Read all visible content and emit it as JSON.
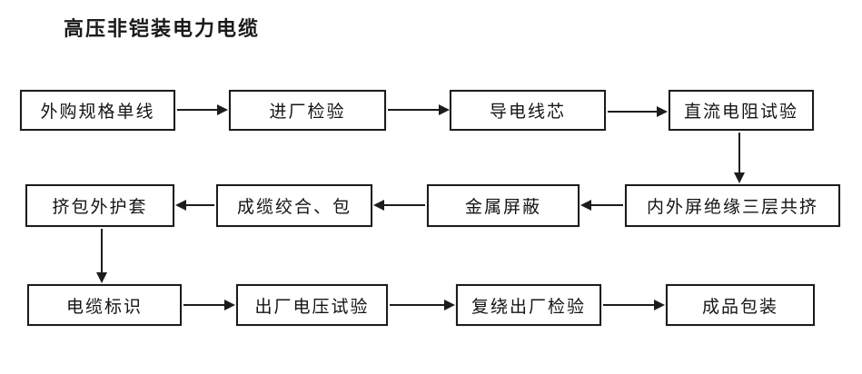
{
  "title": "高压非铠装电力电缆",
  "flowchart": {
    "steps": {
      "row1": [
        "外购规格单线",
        "进厂检验",
        "导电线芯",
        "直流电阻试验"
      ],
      "row2": [
        "内外屏绝缘三层共挤",
        "金属屏蔽",
        "成缆绞合、包",
        "挤包外护套"
      ],
      "row3": [
        "电缆标识",
        "出厂电压试验",
        "复绕出厂检验",
        "成品包装"
      ]
    },
    "flow_order": [
      "外购规格单线",
      "进厂检验",
      "导电线芯",
      "直流电阻试验",
      "内外屏绝缘三层共挤",
      "金属屏蔽",
      "成缆绞合、包",
      "挤包外护套",
      "电缆标识",
      "出厂电压试验",
      "复绕出厂检验",
      "成品包装"
    ]
  },
  "colors": {
    "background": "#ffffff",
    "box_border": "#1c1c1c",
    "arrow": "#1c1c1c",
    "text": "#141414"
  }
}
